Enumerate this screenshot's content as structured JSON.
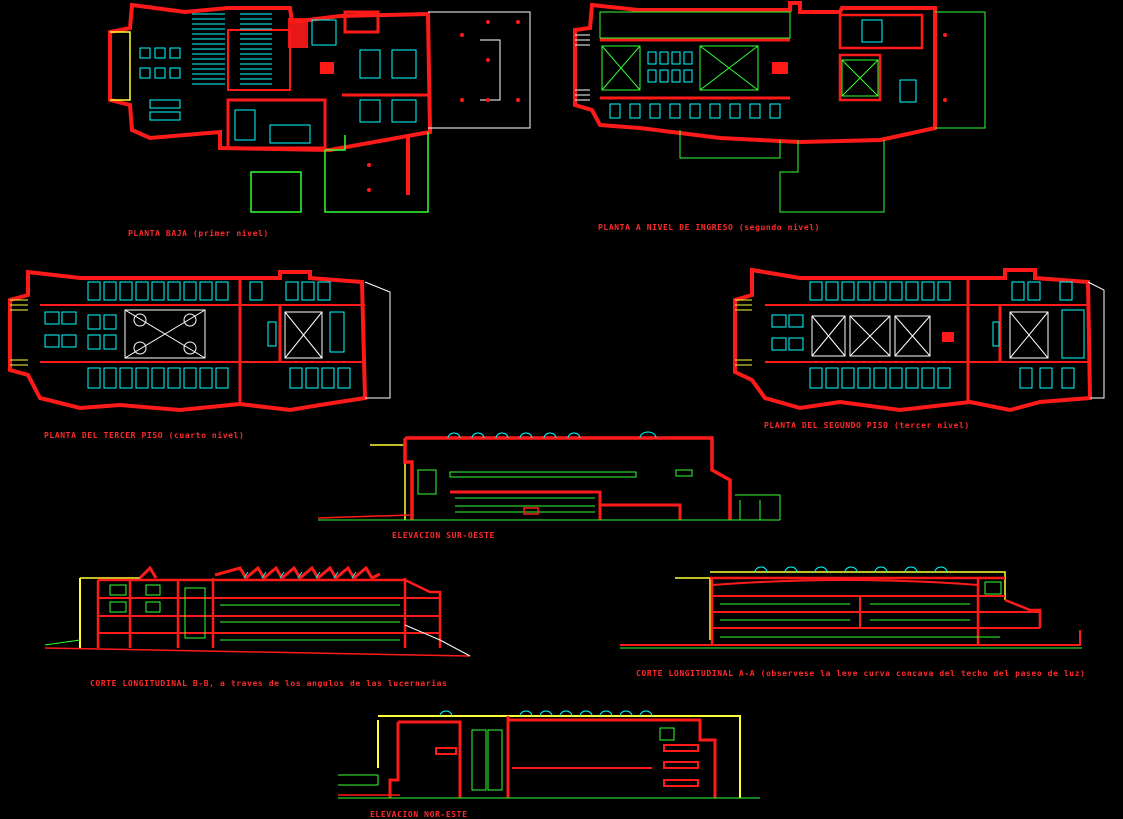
{
  "sheet": {
    "background": "#000000",
    "colors": {
      "wall": "#ff1a1a",
      "cyan": "#00ffff",
      "green": "#33ff33",
      "yellow": "#ffff33",
      "white": "#ffffff",
      "label": "#ff2a2a"
    }
  },
  "labels": {
    "plan_ground": "PLANTA BAJA (primer nivel)",
    "plan_access": "PLANTA A NIVEL DE INGRESO (segundo nivel)",
    "plan_third": "PLANTA DEL TERCER PISO (cuarto nivel)",
    "plan_second": "PLANTA DEL SEGUNDO PISO (tercer nivel)",
    "elev_southwest": "ELEVACION SUR-OESTE",
    "section_bb": "CORTE LONGITUDINAL B-B, a traves de los angulos de las lucernarias",
    "section_aa": "CORTE LONGITUDINAL A-A (observese la leve curva concava del techo del paseo de luz)",
    "elev_northeast": "ELEVACION NOR-ESTE"
  }
}
